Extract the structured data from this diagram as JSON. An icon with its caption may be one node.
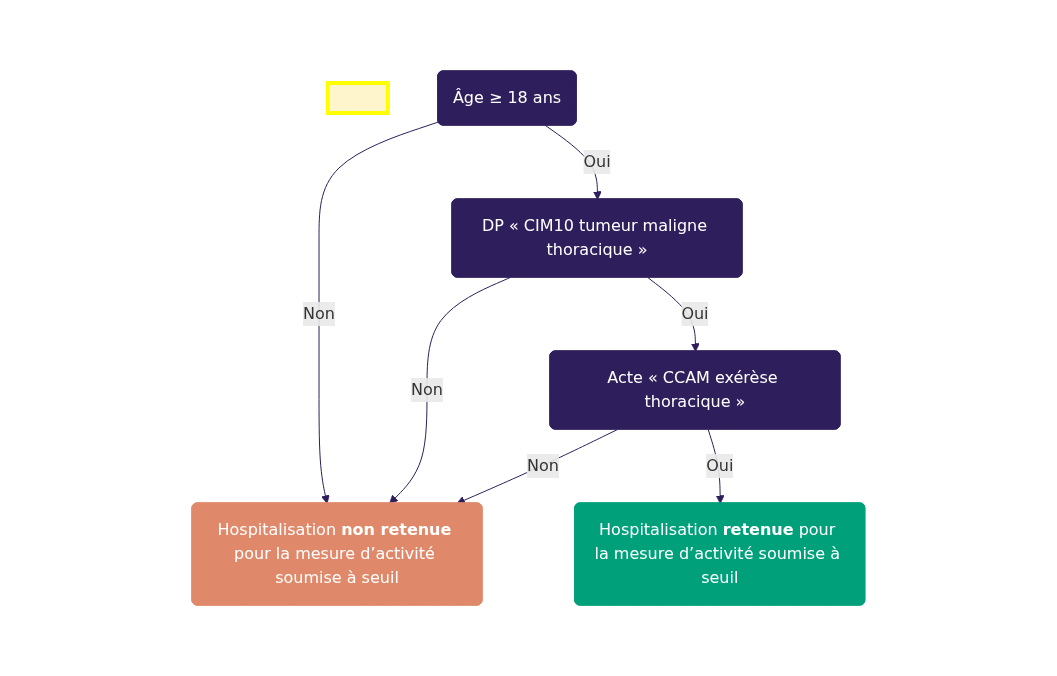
{
  "diagram": {
    "nodes": [
      {
        "text": [],
        "shape": "box"
      },
      {
        "text": [
          "Âge ≥ 18 ans"
        ]
      },
      {
        "text": [
          "DP « CIM10 tumeur maligne thoracique »"
        ]
      },
      {
        "text": [
          "Acte « CCAM exérèse thoracique »"
        ]
      },
      {
        "text": [
          "Hospitalisation **non retenue** pour la mesure d’activité soumise à seuil"
        ]
      },
      {
        "text": [
          "Hospitalisation **retenue** pour la mesure d’activité soumise à seuil"
        ]
      }
    ],
    "edges": [
      {
        "from": 1,
        "to": 4,
        "label": "Non",
        "arrow": "to"
      },
      {
        "from": 1,
        "to": 2,
        "label": "Oui",
        "arrow": "to"
      },
      {
        "from": 2,
        "to": 4,
        "label": "Non",
        "arrow": "to"
      },
      {
        "from": 2,
        "to": 3,
        "label": "Oui",
        "arrow": "to"
      },
      {
        "from": 3,
        "to": 4,
        "label": "Non",
        "arrow": "to"
      },
      {
        "from": 3,
        "to": 5,
        "label": "Oui",
        "arrow": "to"
      }
    ]
  }
}
